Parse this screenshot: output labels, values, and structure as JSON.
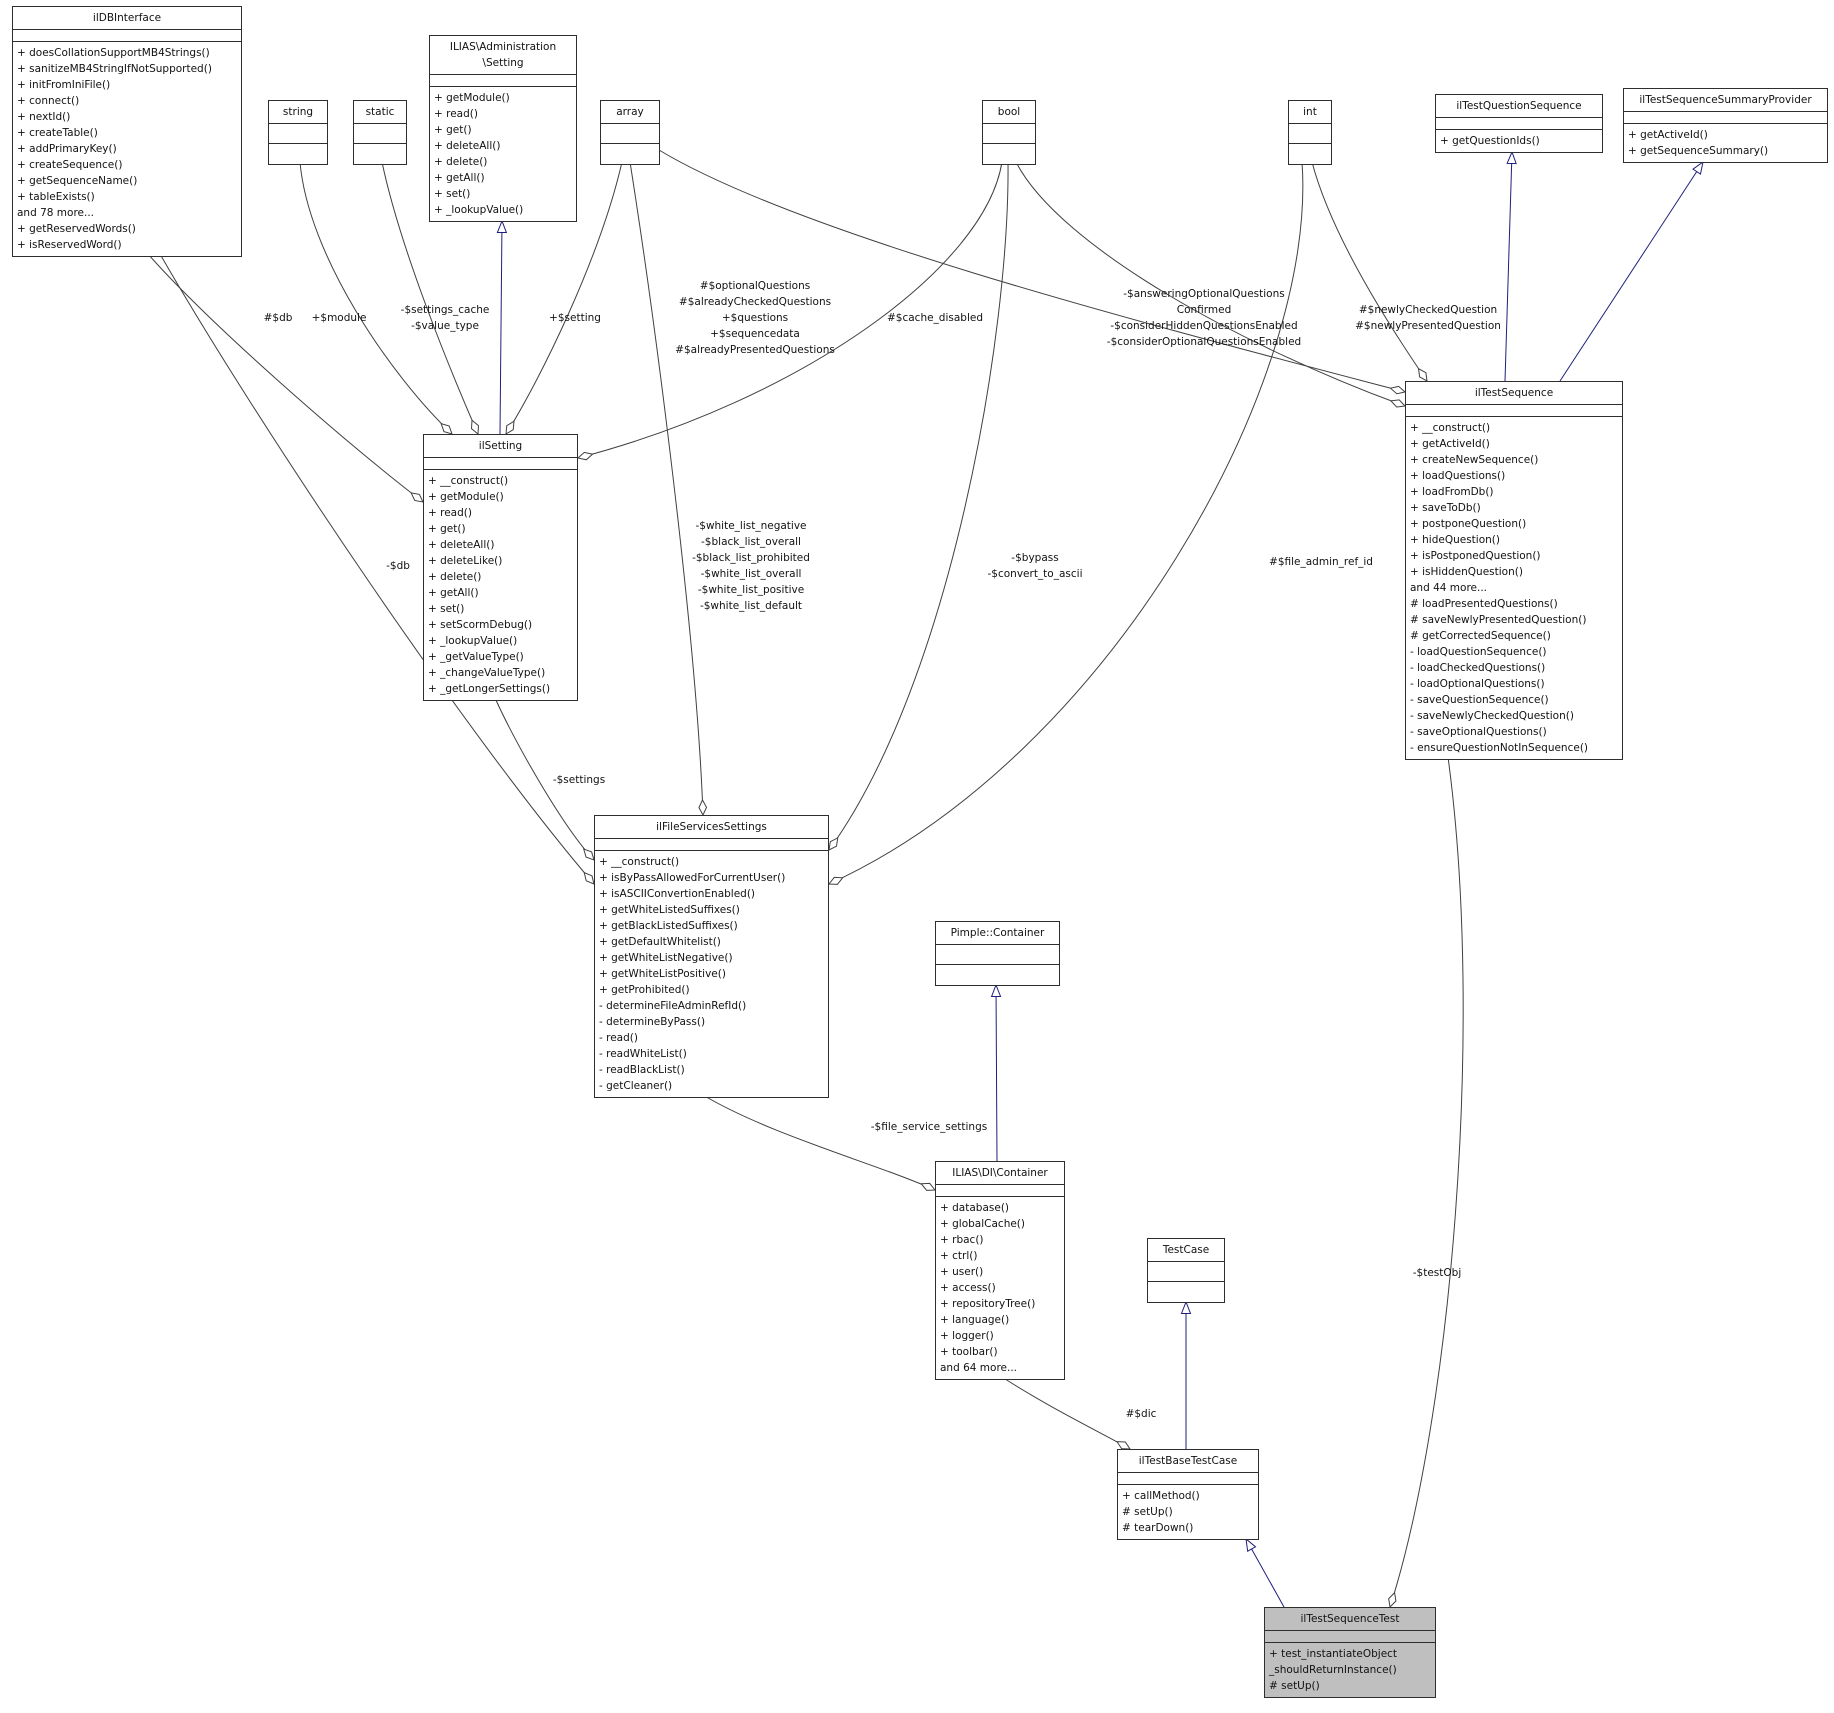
{
  "diagram": {
    "classes": [
      {
        "id": "ilDBInterface",
        "kind": "class",
        "title": [
          "ilDBInterface"
        ],
        "methods": [
          "+ doesCollationSupportMB4Strings()",
          "+ sanitizeMB4StringIfNotSupported()",
          "+ initFromIniFile()",
          "+ connect()",
          "+ nextId()",
          "+ createTable()",
          "+ addPrimaryKey()",
          "+ createSequence()",
          "+ getSequenceName()",
          "+ tableExists()",
          "and 78 more...",
          "+ getReservedWords()",
          "+ isReservedWord()"
        ]
      },
      {
        "id": "string",
        "kind": "type",
        "title": [
          "string"
        ],
        "methods": []
      },
      {
        "id": "static",
        "kind": "type",
        "title": [
          "static"
        ],
        "methods": []
      },
      {
        "id": "admin_setting",
        "kind": "class",
        "title": [
          "ILIAS\\Administration",
          "\\Setting"
        ],
        "methods": [
          "+ getModule()",
          "+ read()",
          "+ get()",
          "+ deleteAll()",
          "+ delete()",
          "+ getAll()",
          "+ set()",
          "+ _lookupValue()"
        ]
      },
      {
        "id": "array",
        "kind": "type",
        "title": [
          "array"
        ],
        "methods": []
      },
      {
        "id": "bool",
        "kind": "type",
        "title": [
          "bool"
        ],
        "methods": []
      },
      {
        "id": "int",
        "kind": "type",
        "title": [
          "int"
        ],
        "methods": []
      },
      {
        "id": "ilTestQuestionSequence",
        "kind": "class",
        "title": [
          "ilTestQuestionSequence"
        ],
        "methods": [
          "+ getQuestionIds()"
        ]
      },
      {
        "id": "ilTestSequenceSummaryProvider",
        "kind": "class",
        "title": [
          "ilTestSequenceSummaryProvider"
        ],
        "methods": [
          "+ getActiveId()",
          "+ getSequenceSummary()"
        ]
      },
      {
        "id": "ilSetting",
        "kind": "class",
        "title": [
          "ilSetting"
        ],
        "methods": [
          "+ __construct()",
          "+ getModule()",
          "+ read()",
          "+ get()",
          "+ deleteAll()",
          "+ deleteLike()",
          "+ delete()",
          "+ getAll()",
          "+ set()",
          "+ setScormDebug()",
          "+ _lookupValue()",
          "+ _getValueType()",
          "+ _changeValueType()",
          "+ _getLongerSettings()"
        ]
      },
      {
        "id": "ilTestSequence",
        "kind": "class",
        "title": [
          "ilTestSequence"
        ],
        "methods": [
          "+ __construct()",
          "+ getActiveId()",
          "+ createNewSequence()",
          "+ loadQuestions()",
          "+ loadFromDb()",
          "+ saveToDb()",
          "+ postponeQuestion()",
          "+ hideQuestion()",
          "+ isPostponedQuestion()",
          "+ isHiddenQuestion()",
          "and 44 more...",
          "# loadPresentedQuestions()",
          "# saveNewlyPresentedQuestion()",
          "# getCorrectedSequence()",
          "- loadQuestionSequence()",
          "- loadCheckedQuestions()",
          "- loadOptionalQuestions()",
          "- saveQuestionSequence()",
          "- saveNewlyCheckedQuestion()",
          "- saveOptionalQuestions()",
          "- ensureQuestionNotInSequence()"
        ]
      },
      {
        "id": "ilFileServicesSettings",
        "kind": "class",
        "title": [
          "ilFileServicesSettings"
        ],
        "methods": [
          "+ __construct()",
          "+ isByPassAllowedForCurrentUser()",
          "+ isASCIIConvertionEnabled()",
          "+ getWhiteListedSuffixes()",
          "+ getBlackListedSuffixes()",
          "+ getDefaultWhitelist()",
          "+ getWhiteListNegative()",
          "+ getWhiteListPositive()",
          "+ getProhibited()",
          "- determineFileAdminRefId()",
          "- determineByPass()",
          "- read()",
          "- readWhiteList()",
          "- readBlackList()",
          "- getCleaner()"
        ]
      },
      {
        "id": "pimple_container",
        "kind": "type",
        "title": [
          "Pimple::Container"
        ],
        "methods": []
      },
      {
        "id": "di_container",
        "kind": "class",
        "title": [
          "ILIAS\\DI\\Container"
        ],
        "methods": [
          "+ database()",
          "+ globalCache()",
          "+ rbac()",
          "+ ctrl()",
          "+ user()",
          "+ access()",
          "+ repositoryTree()",
          "+ language()",
          "+ logger()",
          "+ toolbar()",
          "and 64 more..."
        ]
      },
      {
        "id": "TestCase",
        "kind": "type",
        "title": [
          "TestCase"
        ],
        "methods": []
      },
      {
        "id": "ilTestBaseTestCase",
        "kind": "class",
        "title": [
          "ilTestBaseTestCase"
        ],
        "methods": [
          "+ callMethod()",
          "# setUp()",
          "# tearDown()"
        ]
      },
      {
        "id": "ilTestSequenceTest",
        "kind": "class",
        "highlighted": true,
        "title": [
          "ilTestSequenceTest"
        ],
        "methods": [
          "+ test_instantiateObject",
          "_shouldReturnInstance()",
          "# setUp()"
        ]
      }
    ],
    "edge_labels": {
      "db_setting": [
        "#$db"
      ],
      "module": [
        "+$module"
      ],
      "settings_cache": [
        "-$settings_cache",
        "-$value_type"
      ],
      "setting_arr": [
        "+$setting"
      ],
      "cache_disabled": [
        "#$cache_disabled"
      ],
      "seq_arrays": [
        "#$optionalQuestions",
        "#$alreadyCheckedQuestions",
        "+$questions",
        "+$sequencedata",
        "#$alreadyPresentedQuestions"
      ],
      "seq_bools": [
        "-$answeringOptionalQuestions",
        "Confirmed",
        "-$considerHiddenQuestionsEnabled",
        "-$considerOptionalQuestionsEnabled"
      ],
      "seq_ints": [
        "#$newlyCheckedQuestion",
        "#$newlyPresentedQuestion"
      ],
      "db_fss": [
        "-$db"
      ],
      "fss_arrays": [
        "-$white_list_negative",
        "-$black_list_overall",
        "-$black_list_prohibited",
        "-$white_list_overall",
        "-$white_list_positive",
        "-$white_list_default"
      ],
      "fss_bools": [
        "-$bypass",
        "-$convert_to_ascii"
      ],
      "file_admin": [
        "#$file_admin_ref_id"
      ],
      "settings": [
        "-$settings"
      ],
      "fs_settings": [
        "-$file_service_settings"
      ],
      "dic": [
        "#$dic"
      ],
      "testobj": [
        "-$testObj"
      ]
    }
  }
}
